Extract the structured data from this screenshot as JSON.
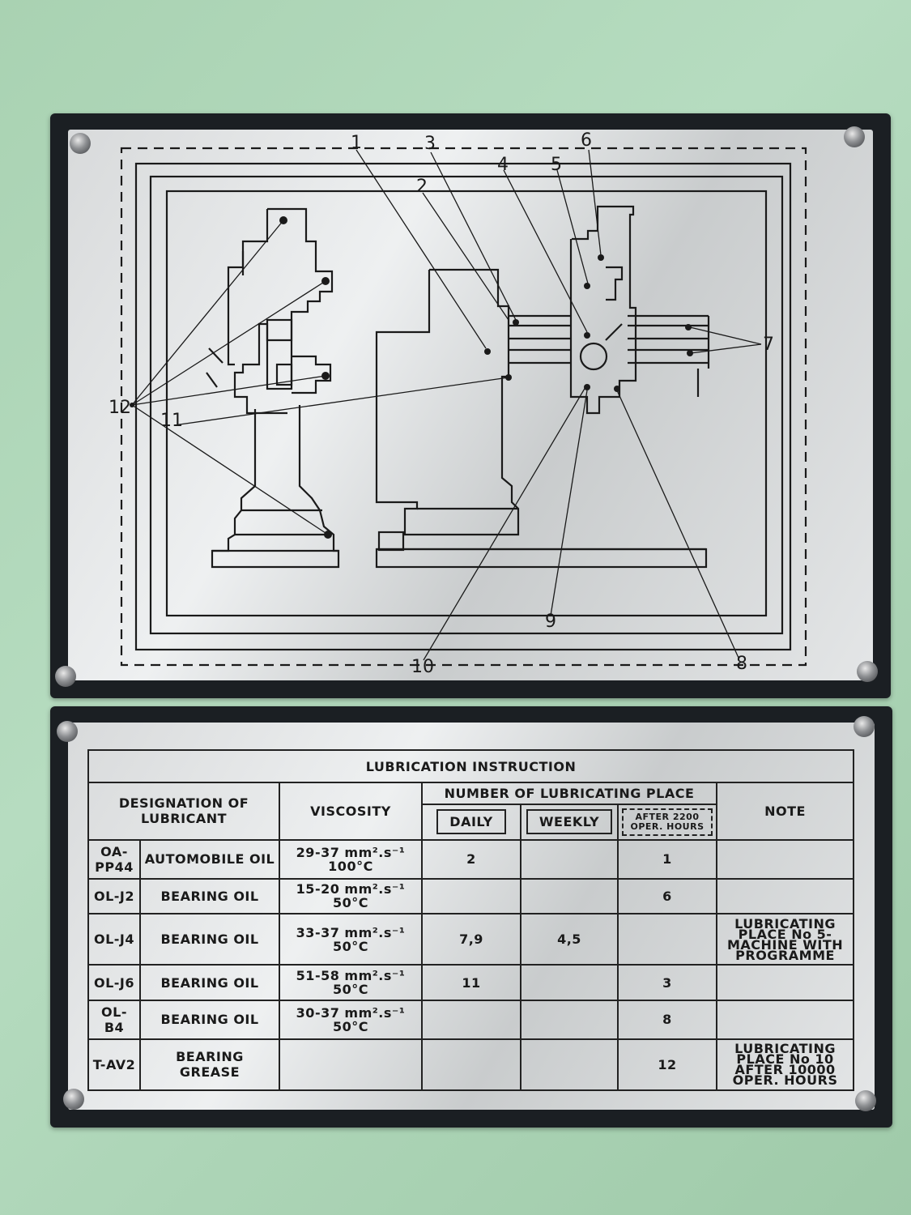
{
  "diagram": {
    "callouts": [
      "1",
      "2",
      "3",
      "4",
      "5",
      "6",
      "7",
      "8",
      "9",
      "10",
      "11",
      "12"
    ]
  },
  "table": {
    "title": "LUBRICATION INSTRUCTION",
    "headers": {
      "designation": "DESIGNATION OF LUBRICANT",
      "viscosity": "VISCOSITY",
      "places": "NUMBER OF LUBRICATING PLACE",
      "note": "NOTE",
      "daily": "DAILY",
      "weekly": "WEEKLY",
      "after": "AFTER 2200 OPER. HOURS"
    },
    "rows": [
      {
        "code": "OA-PP44",
        "name": "AUTOMOBILE OIL",
        "visc1": "29-37 mm².s⁻¹",
        "visc2": "100°C",
        "daily": "2",
        "weekly": "",
        "after": "1",
        "note": ""
      },
      {
        "code": "OL-J2",
        "name": "BEARING OIL",
        "visc1": "15-20 mm².s⁻¹",
        "visc2": "50°C",
        "daily": "",
        "weekly": "",
        "after": "6",
        "note": ""
      },
      {
        "code": "OL-J4",
        "name": "BEARING OIL",
        "visc1": "33-37 mm².s⁻¹",
        "visc2": "50°C",
        "daily": "7,9",
        "weekly": "4,5",
        "after": "",
        "note": "LUBRICATING PLACE No 5-MACHINE WITH PROGRAMME"
      },
      {
        "code": "OL-J6",
        "name": "BEARING OIL",
        "visc1": "51-58 mm².s⁻¹",
        "visc2": "50°C",
        "daily": "11",
        "weekly": "",
        "after": "3",
        "note": ""
      },
      {
        "code": "OL-B4",
        "name": "BEARING OIL",
        "visc1": "30-37 mm².s⁻¹",
        "visc2": "50°C",
        "daily": "",
        "weekly": "",
        "after": "8",
        "note": ""
      },
      {
        "code": "T-AV2",
        "name": "BEARING GREASE",
        "visc1": "",
        "visc2": "",
        "daily": "",
        "weekly": "",
        "after": "12",
        "note": "LUBRICATING PLACE No 10 AFTER 10000 OPER. HOURS"
      }
    ]
  },
  "colors": {
    "wall": "#a9d2b2",
    "plate_frame": "#1b1f23",
    "plate_face": "#e4e6e7",
    "ink": "#1a1a1a"
  }
}
